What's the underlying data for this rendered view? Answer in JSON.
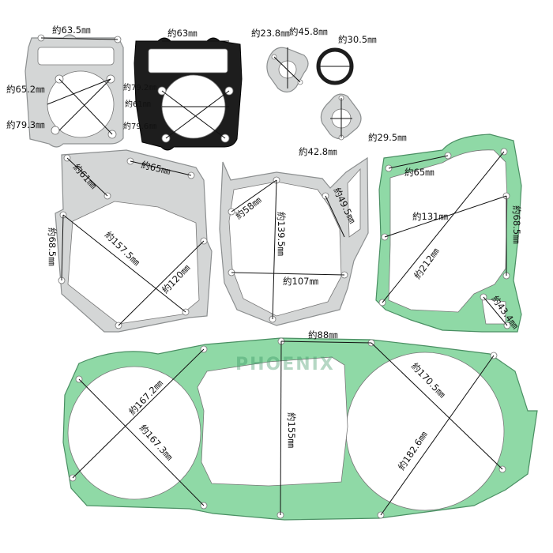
{
  "colors": {
    "silver_gasket": "#d4d6d6",
    "silver_edge": "#8c8f90",
    "black_gasket": "#1d1d1d",
    "green_gasket": "#8fd9a6",
    "green_edge": "#4a8f63",
    "measure_line": "#111111"
  },
  "watermark": "PHOENIX",
  "labels": {
    "head_silver_top": "約63.5㎜",
    "head_silver_left": "約65.2㎜",
    "head_silver_bottom": "約79.3㎜",
    "head_black_top": "約63㎜",
    "head_black_r1": "約79.2㎜",
    "head_black_r2": "約61㎜",
    "head_black_r3": "約79.6㎜",
    "exhaust_a": "約23.8㎜",
    "exhaust_b": "約45.8㎜",
    "oring": "約30.5㎜",
    "intake_a": "約42.8㎜",
    "intake_b": "約29.5㎜",
    "case_left_a": "約61㎜",
    "case_left_b": "約65㎜",
    "case_left_c": "約68.5㎜",
    "case_left_d": "約157.5㎜",
    "case_left_e": "約120㎜",
    "case_mid_a": "約58㎜",
    "case_mid_b": "約139.5㎜",
    "case_mid_c": "約49.5㎜",
    "case_mid_d": "約107㎜",
    "case_right_a": "約65㎜",
    "case_right_b": "約131㎜",
    "case_right_c": "約68.5㎜",
    "case_right_d": "約212㎜",
    "case_right_e": "約43.4㎜",
    "cover_top": "約88㎜",
    "cover_l1": "約167.2㎜",
    "cover_l2": "約167.3㎜",
    "cover_mid": "約155㎜",
    "cover_r1": "約170.5㎜",
    "cover_r2": "約182.6㎜"
  }
}
